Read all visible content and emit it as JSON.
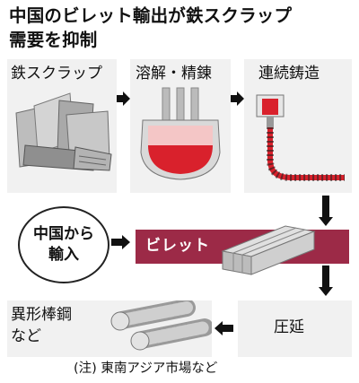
{
  "title": {
    "line1": "中国のビレット輸出が鉄スクラップ",
    "line2": "需要を抑制"
  },
  "steps": {
    "scrap": "鉄スクラップ",
    "smelting": "溶解・精錬",
    "casting": "連続鋳造",
    "rolling": "圧延",
    "products_line1": "異形棒鋼",
    "products_line2": "など"
  },
  "import": {
    "line1": "中国から",
    "line2": "輸入"
  },
  "billet": "ビレット",
  "note": "(注) 東南アジア市場など",
  "colors": {
    "accent": "#9c2a47",
    "molten": "#d9212c",
    "panel": "#f1f1f1"
  }
}
